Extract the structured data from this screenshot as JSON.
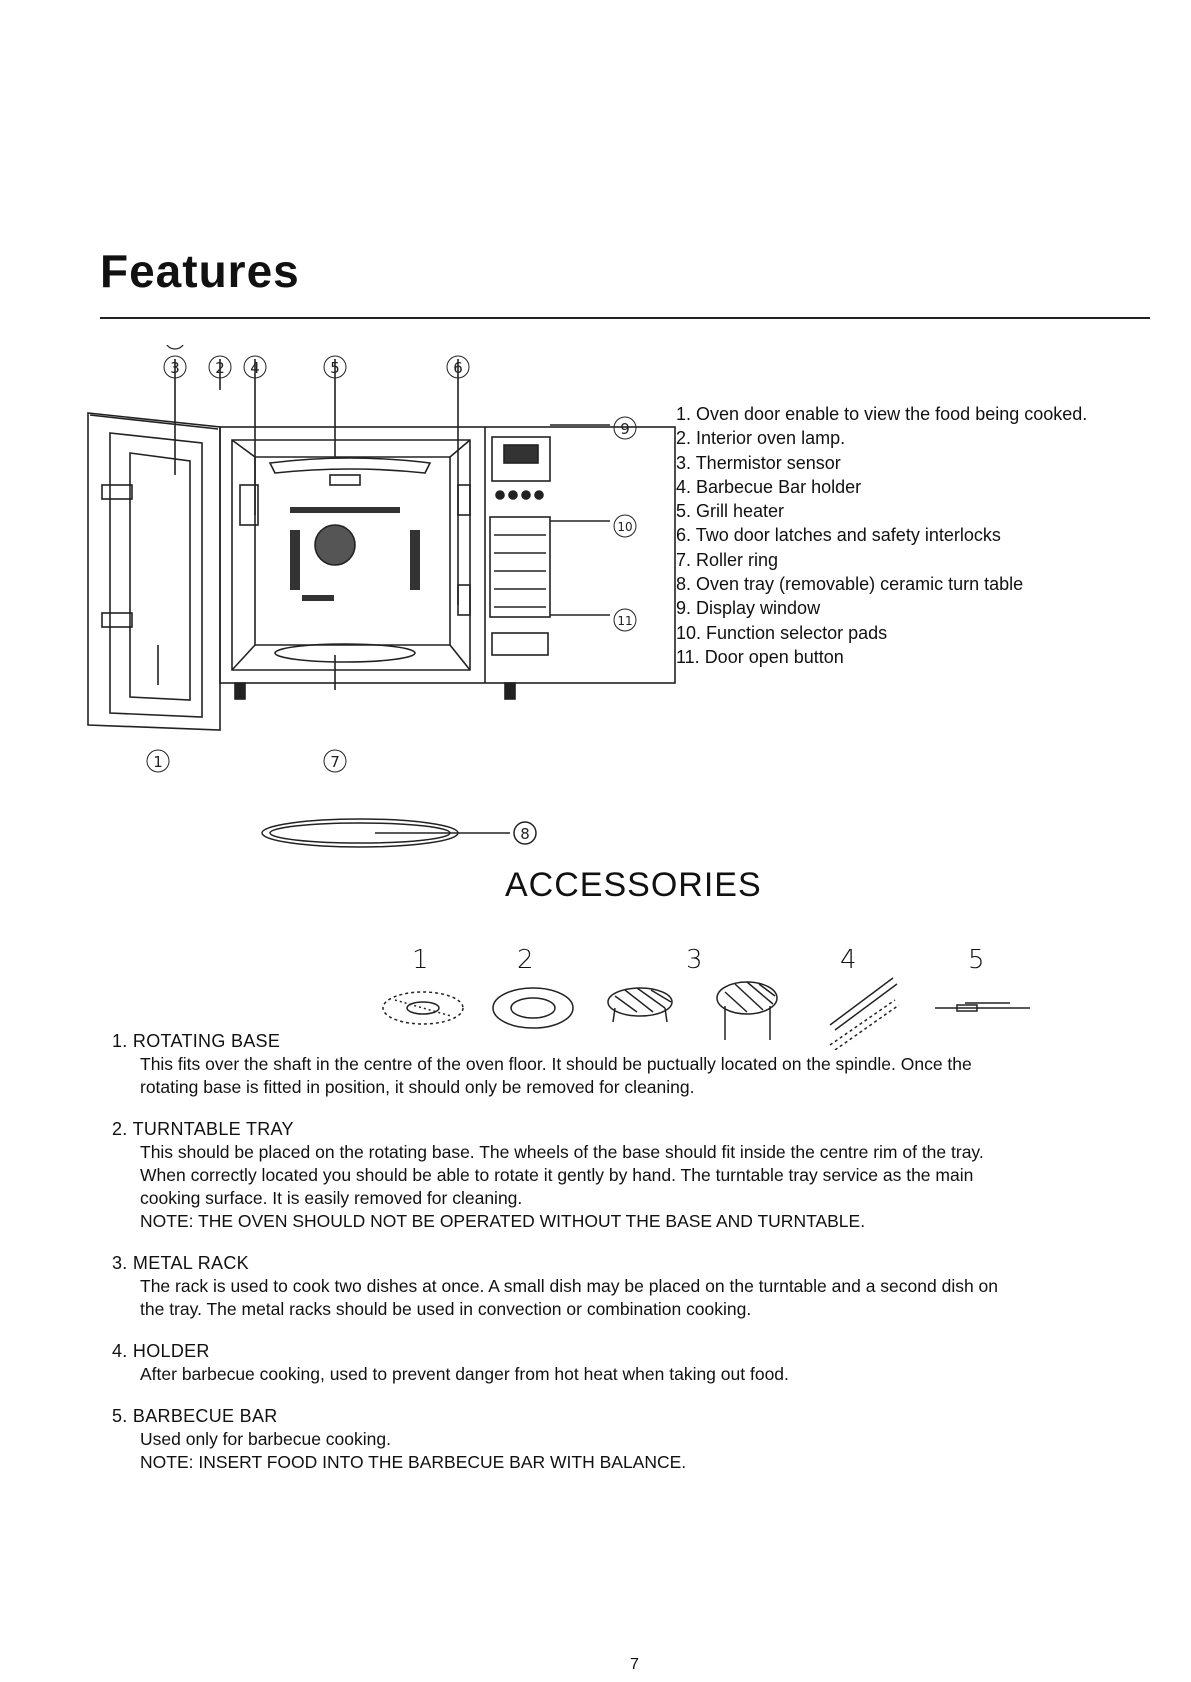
{
  "page": {
    "title": "Features",
    "page_number": "7"
  },
  "diagram": {
    "callouts": [
      "3",
      "2",
      "4",
      "5",
      "6",
      "9",
      "10",
      "11",
      "1",
      "7",
      "8"
    ]
  },
  "parts_list": [
    "1. Oven door enable to view the food being cooked.",
    "2. Interior oven lamp.",
    "3. Thermistor sensor",
    "4. Barbecue Bar holder",
    "5. Grill heater",
    "6. Two door latches and safety interlocks",
    "7. Roller ring",
    "8. Oven tray (removable) ceramic turn table",
    "9. Display window",
    "10. Function selector pads",
    "11. Door open button"
  ],
  "accessories": {
    "title": "ACCESSORIES",
    "numbers": [
      "1",
      "2",
      "3",
      "4",
      "5"
    ]
  },
  "sections": [
    {
      "heading": "1. ROTATING BASE",
      "lines": [
        "This fits over the shaft in the centre of the oven floor.  It should be puctually located on the spindle.  Once the",
        "rotating base is fitted in position, it should only be removed for cleaning."
      ]
    },
    {
      "heading": "2. TURNTABLE TRAY",
      "lines": [
        "This should be placed on the rotating base. The wheels of the base should fit inside the centre rim of the tray.",
        "When correctly located you should be able to rotate it gently by hand.  The turntable tray service as the main",
        "cooking surface. It is easily removed for cleaning.",
        "NOTE: THE OVEN SHOULD NOT BE OPERATED WITHOUT THE BASE AND TURNTABLE."
      ]
    },
    {
      "heading": "3. METAL RACK",
      "lines": [
        "The rack is used to cook two dishes at once.  A small dish may be placed on the turntable and a second dish on",
        "the tray.  The metal racks should be used in convection or combination cooking."
      ]
    },
    {
      "heading": "4. HOLDER",
      "lines": [
        "After barbecue cooking, used to prevent danger from hot heat when taking out food."
      ]
    },
    {
      "heading": "5. BARBECUE BAR",
      "lines": [
        "Used only for barbecue cooking.",
        "NOTE: INSERT FOOD INTO THE BARBECUE BAR WITH BALANCE."
      ]
    }
  ]
}
